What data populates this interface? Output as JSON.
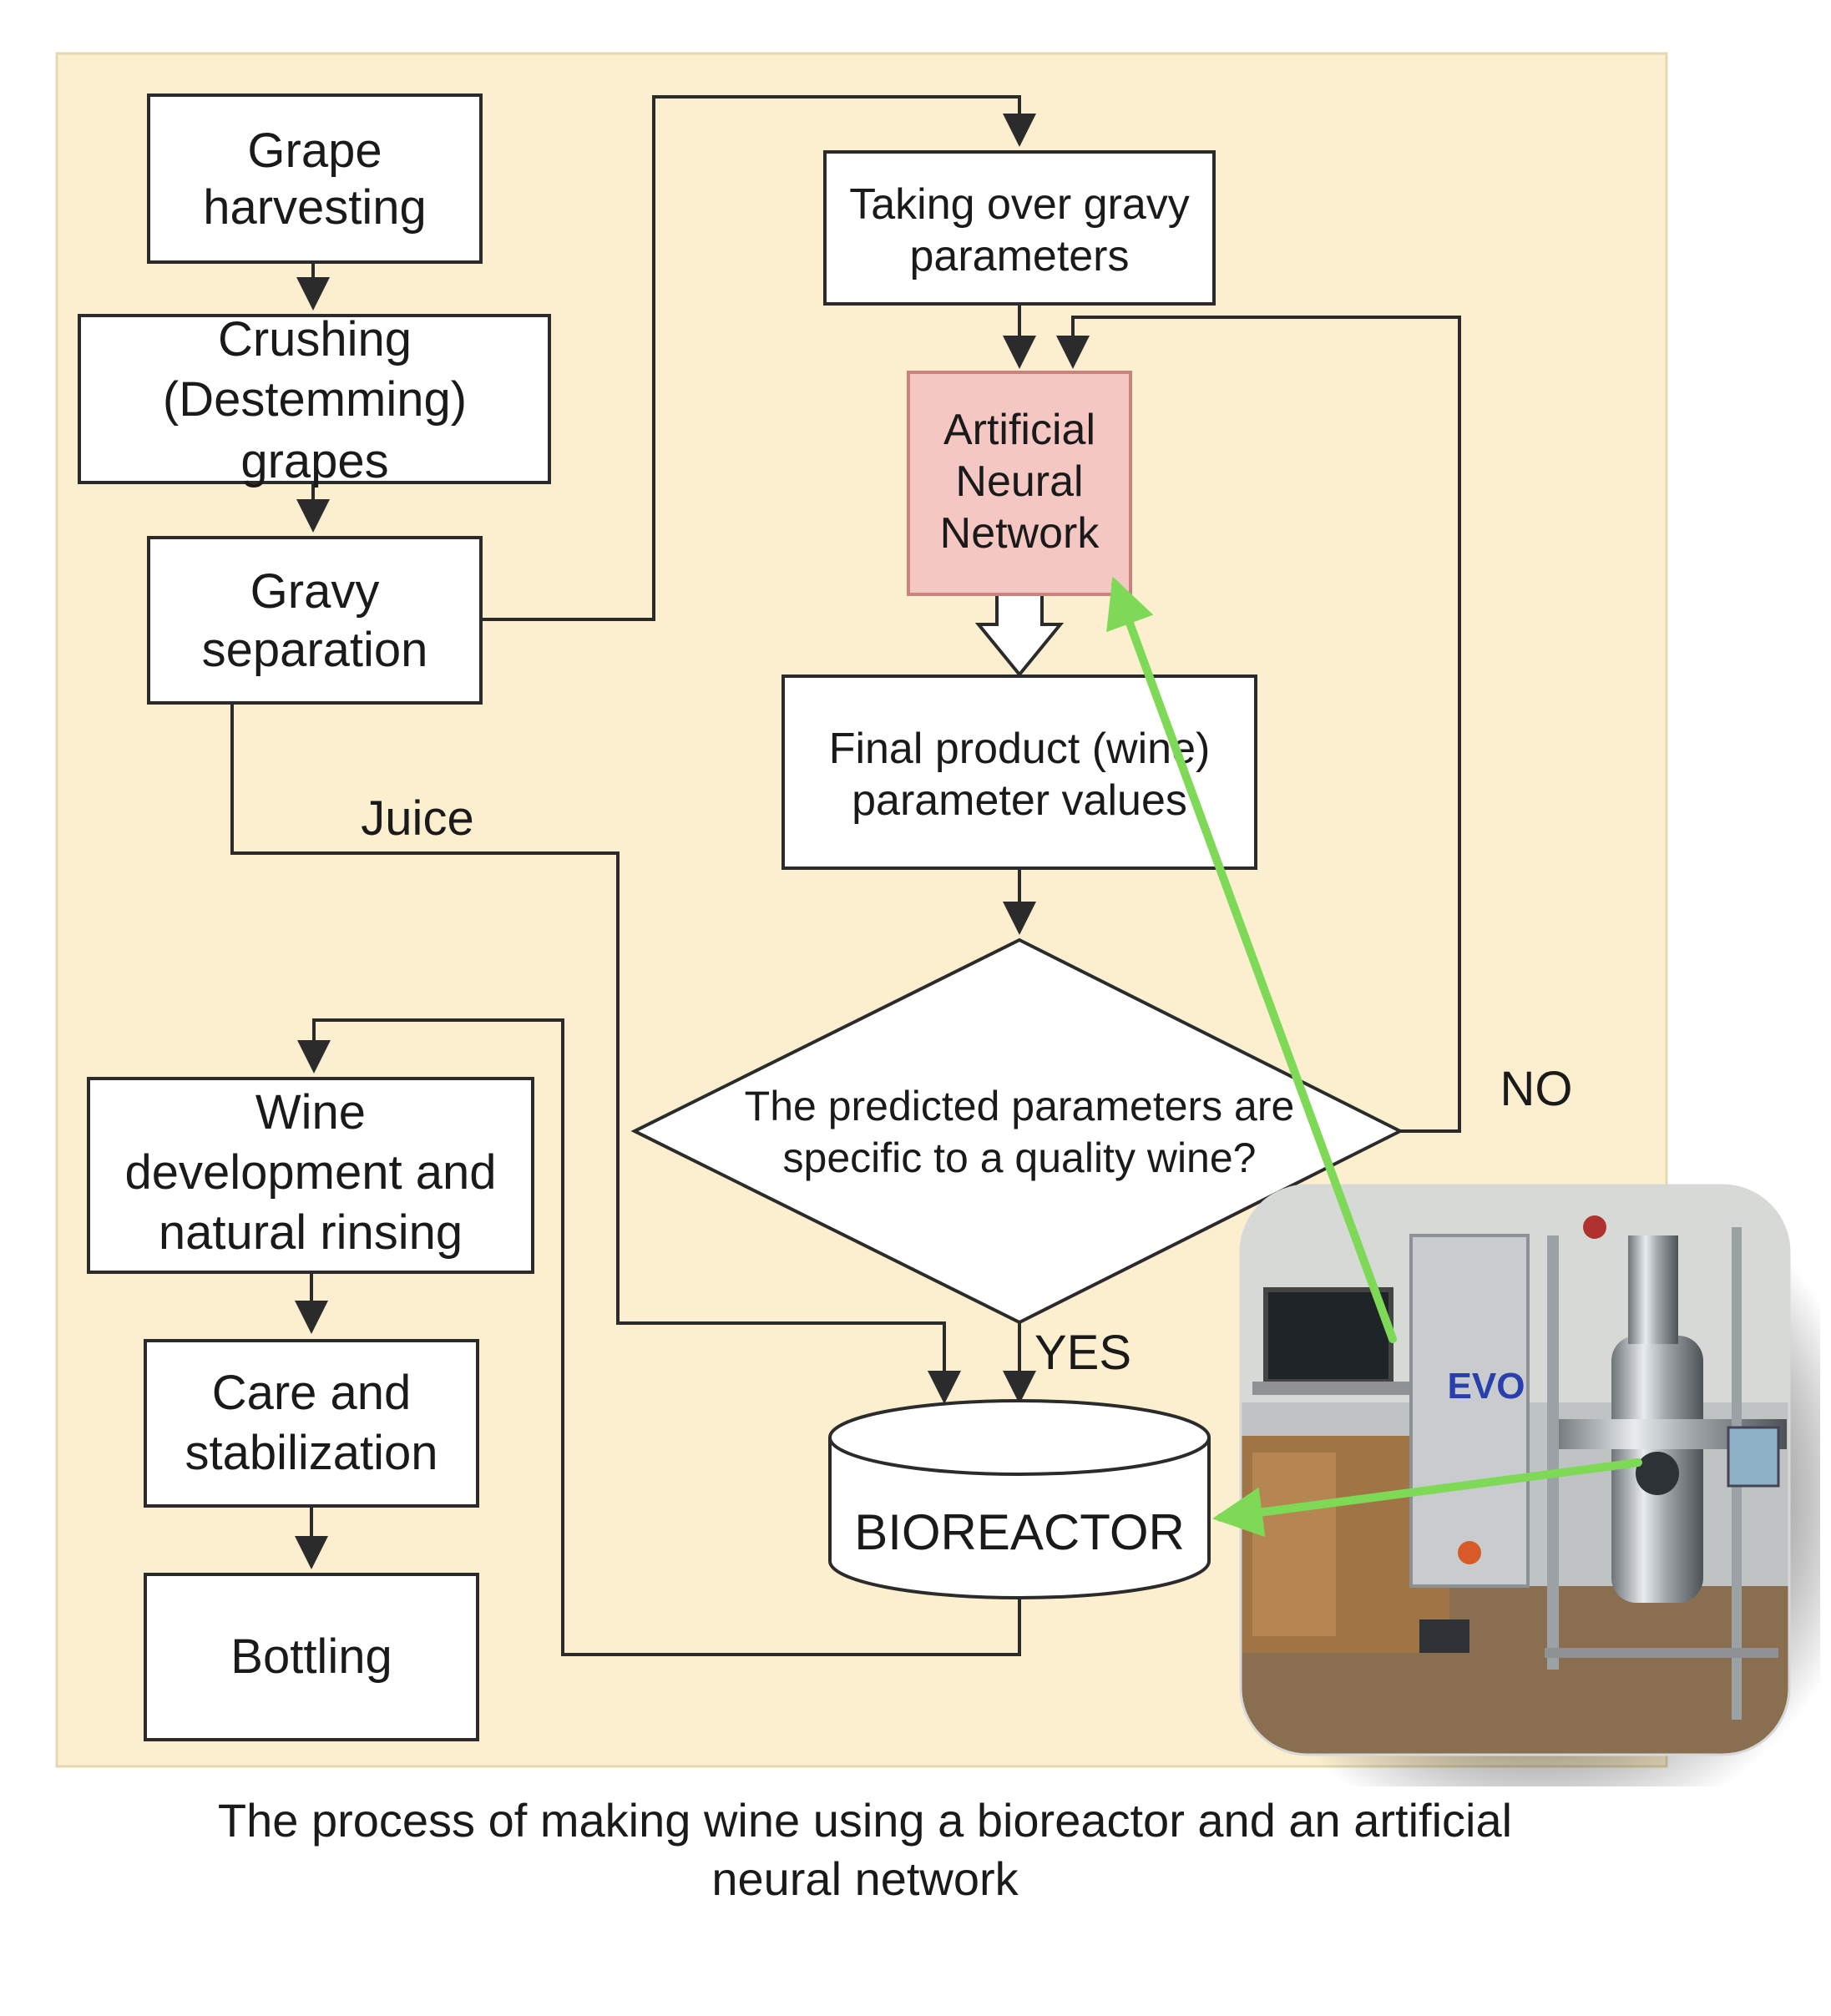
{
  "diagram": {
    "nodes": {
      "grape_harvesting": [
        "Grape",
        "harvesting"
      ],
      "crushing": [
        "Crushing",
        "(Destemming)",
        "grapes"
      ],
      "gravy_separation": [
        "Gravy",
        "separation"
      ],
      "taking_over": [
        "Taking over gravy",
        "parameters"
      ],
      "ann": [
        "Artificial",
        "Neural",
        "Network"
      ],
      "final_product": [
        "Final product (wine)",
        "parameter values"
      ],
      "decision": [
        "The predicted parameters are",
        "specific to a quality wine?"
      ],
      "wine_development": [
        "Wine",
        "development and",
        "natural rinsing"
      ],
      "care": [
        "Care and",
        "stabilization"
      ],
      "bottling": [
        "Bottling"
      ],
      "bioreactor": [
        "BIOREACTOR"
      ]
    },
    "edge_labels": {
      "juice": "Juice",
      "no": "NO",
      "yes": "YES"
    },
    "photo_label": "EVO",
    "colors": {
      "background": "#fbefcf",
      "ann_fill": "#f4c7c3",
      "ann_stroke": "#c9837f",
      "highlight_arrow": "#7ed957"
    }
  },
  "caption": [
    "The process of making wine using a bioreactor and an artificial",
    "neural network"
  ]
}
